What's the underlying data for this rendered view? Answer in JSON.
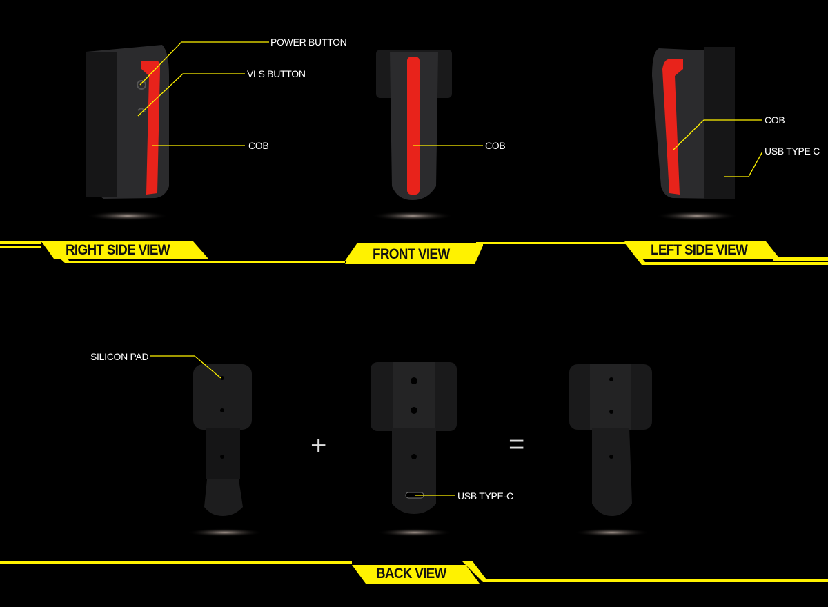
{
  "colors": {
    "accent": "#fff200",
    "led": "#e8231b",
    "body": "#2a2a2c"
  },
  "top_views": {
    "right": {
      "title": "RIGHT SIDE VIEW",
      "callouts": [
        "POWER BUTTON",
        "VLS BUTTON",
        "COB"
      ]
    },
    "front": {
      "title": "FRONT VIEW",
      "callouts": [
        "COB"
      ]
    },
    "left": {
      "title": "LEFT SIDE VIEW",
      "callouts": [
        "COB",
        "USB TYPE C"
      ]
    }
  },
  "back_view": {
    "title": "BACK VIEW",
    "callouts": {
      "pad": "SILICON PAD",
      "usb": "USB TYPE-C"
    },
    "plus": "+",
    "equals": "="
  }
}
